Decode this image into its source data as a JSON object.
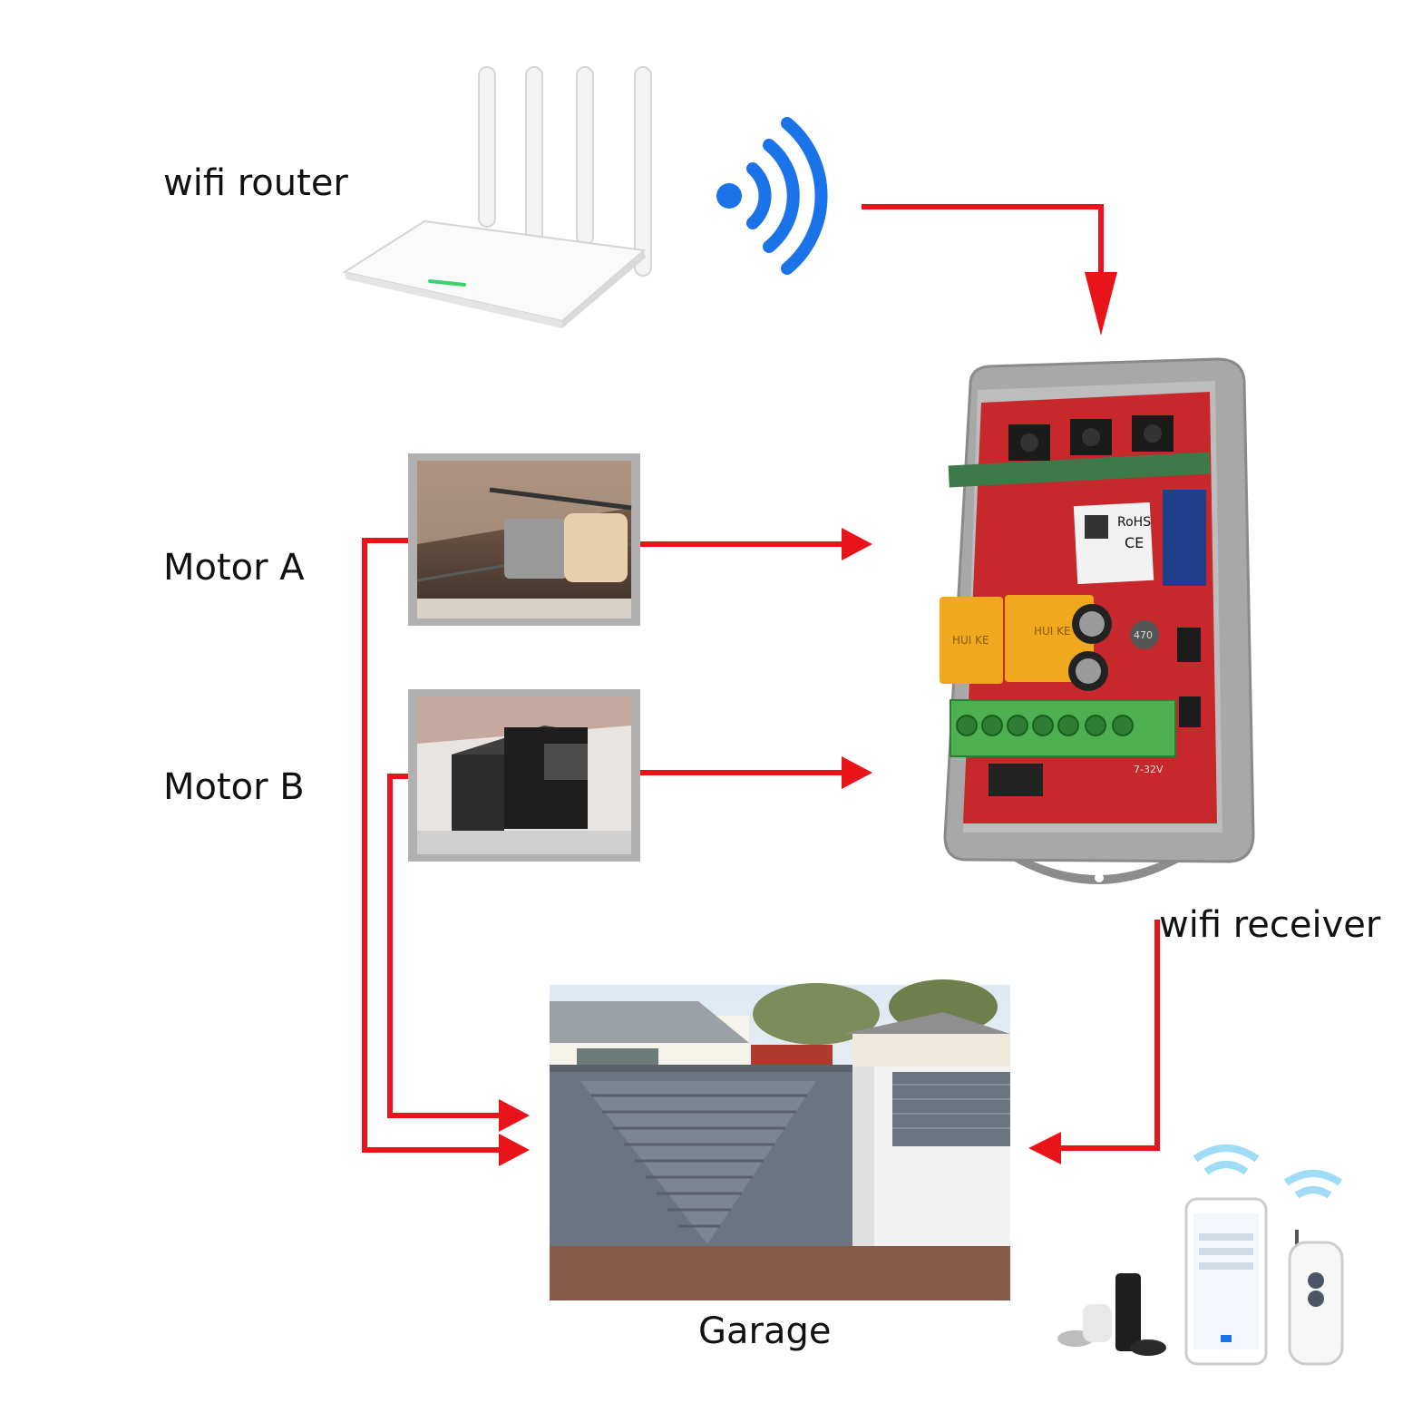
{
  "labels": {
    "router": "wifi router",
    "motor_a": "Motor A",
    "motor_b": "Motor B",
    "receiver": "wifi receiver",
    "garage": "Garage"
  },
  "pcb_text": {
    "rohs": "RoHS",
    "ce": "CE",
    "relay1": "HUI KE",
    "relay2": "HUI KE",
    "cap": "470",
    "voltage": "7-32V"
  },
  "colors": {
    "arrow": "#e8141a",
    "wifi": "#1a73e8",
    "pcb": "#c6282b",
    "enclosure": "#a8a8a8",
    "gate": "#6c7480",
    "terminal": "#4caf50",
    "relay": "#f0a81e"
  },
  "icons": [
    "wifi-signal-icon",
    "router-icon",
    "receiver-board-icon",
    "phone-app-icon",
    "smart-speaker-icon",
    "remote-control-icon"
  ]
}
